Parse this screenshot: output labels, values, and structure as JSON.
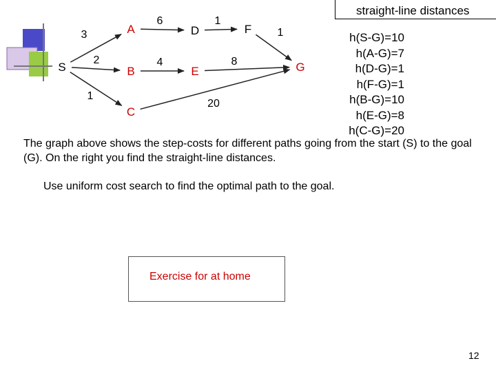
{
  "header": {
    "title": "straight-line distances"
  },
  "graph": {
    "nodes": [
      {
        "id": "S",
        "label": "S",
        "color": "#000000"
      },
      {
        "id": "A",
        "label": "A",
        "color": "#cc0000"
      },
      {
        "id": "B",
        "label": "B",
        "color": "#cc0000"
      },
      {
        "id": "C",
        "label": "C",
        "color": "#cc0000"
      },
      {
        "id": "D",
        "label": "D",
        "color": "#000000"
      },
      {
        "id": "E",
        "label": "E",
        "color": "#cc0000"
      },
      {
        "id": "F",
        "label": "F",
        "color": "#000000"
      },
      {
        "id": "G",
        "label": "G",
        "color": "#cc0000"
      }
    ],
    "edges": [
      {
        "from": "S",
        "to": "A",
        "cost": "3"
      },
      {
        "from": "S",
        "to": "B",
        "cost": "2"
      },
      {
        "from": "S",
        "to": "C",
        "cost": "1"
      },
      {
        "from": "A",
        "to": "D",
        "cost": "6"
      },
      {
        "from": "B",
        "to": "E",
        "cost": "4"
      },
      {
        "from": "D",
        "to": "F",
        "cost": "1"
      },
      {
        "from": "E",
        "to": "G",
        "cost": "8"
      },
      {
        "from": "F",
        "to": "G",
        "cost": "1"
      },
      {
        "from": "C",
        "to": "G",
        "cost": "20"
      }
    ]
  },
  "heuristics": [
    "h(S-G)=10",
    "h(A-G)=7",
    "h(D-G)=1",
    "h(F-G)=1",
    "h(B-G)=10",
    "h(E-G)=8",
    "h(C-G)=20"
  ],
  "caption": "The graph above shows the step-costs for different paths going from the start (S) to the goal (G). On the right you find the straight-line distances.",
  "instruction": "Use uniform cost search to find the optimal path to the goal.",
  "exercise_box": {
    "label": "Exercise for at home"
  },
  "page_number": "12"
}
